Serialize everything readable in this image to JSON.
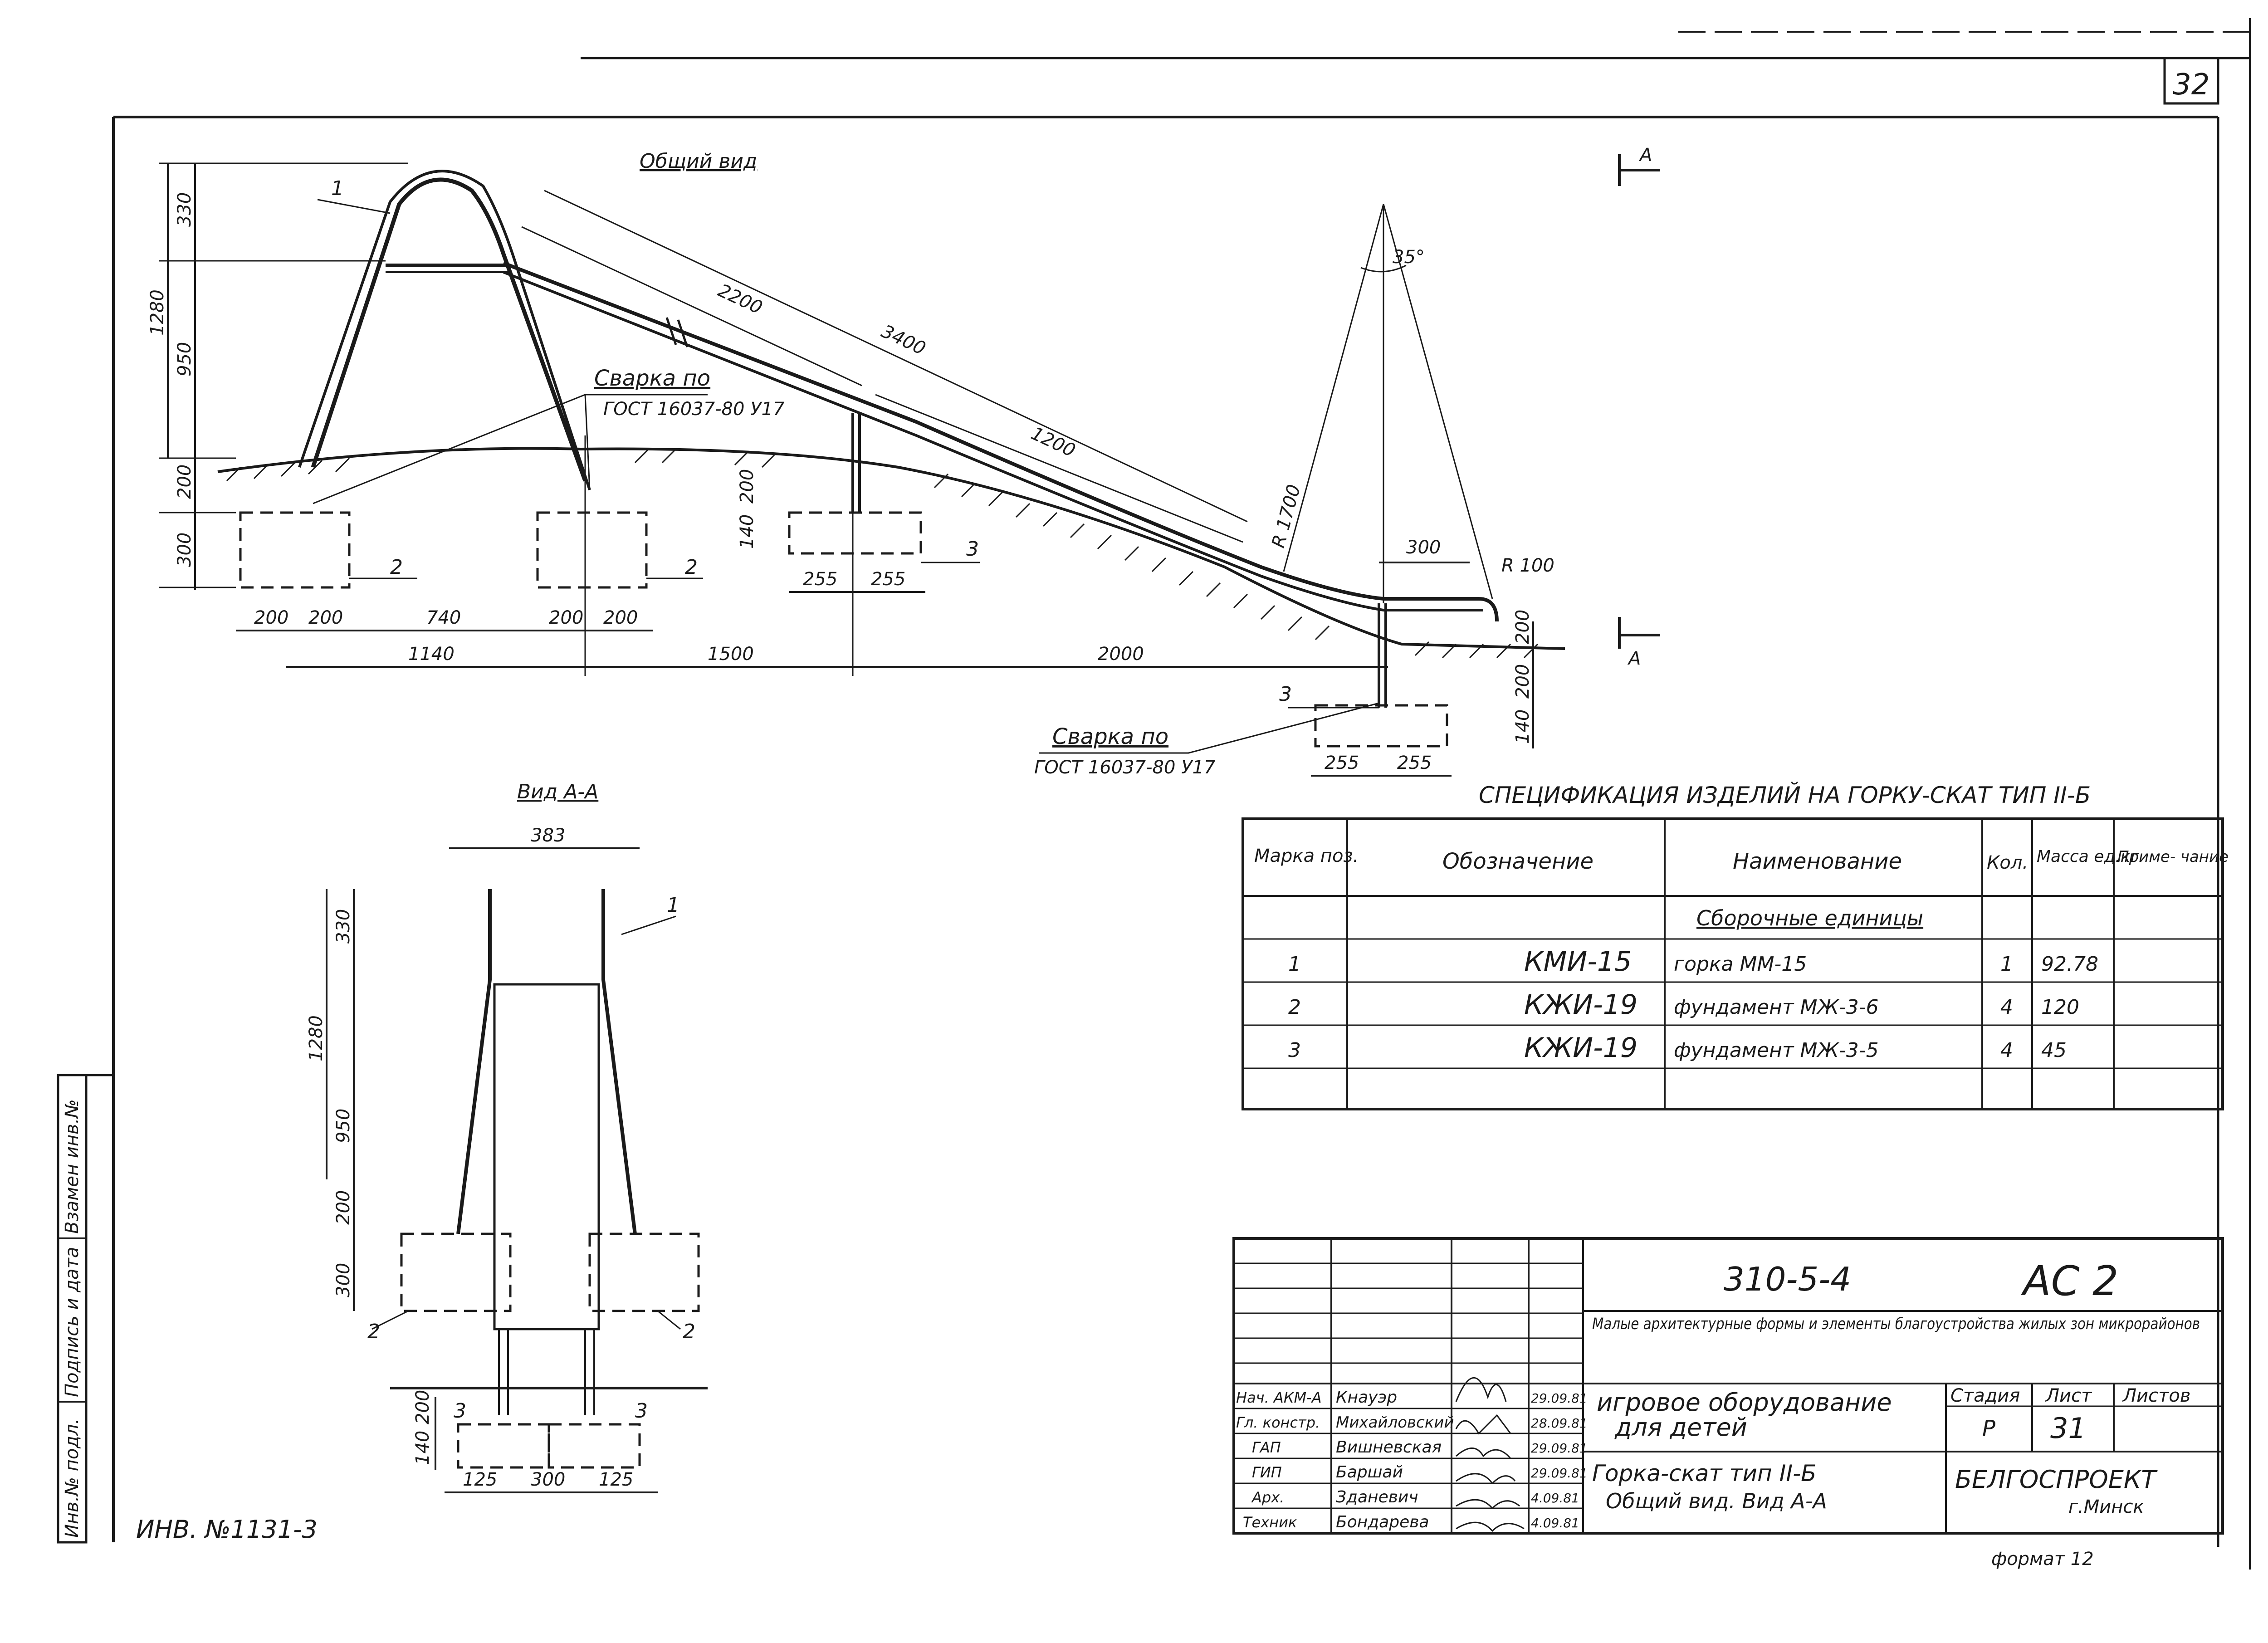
{
  "sheet": {
    "page_number": "32",
    "format_note": "формат 12",
    "inventory_no": "ИНВ. №1131-3"
  },
  "side_stamp": {
    "field_1": "Взамен инв.№",
    "field_2": "Подпись и дата",
    "field_3": "Инв.№ подл."
  },
  "general_view": {
    "title": "Общий вид",
    "section_mark": "А",
    "dims": {
      "h_330": "330",
      "h_950": "950",
      "h_1280": "1280",
      "h_200": "200",
      "h_300": "300",
      "h_140": "140",
      "h_200b": "200",
      "len_3400": "3400",
      "len_2200": "2200",
      "len_1200": "1200",
      "angle_35": "35°",
      "r_1700": "R 1700",
      "tip_300": "300",
      "r_100": "R 100",
      "h_200r": "200",
      "b_200a": "200",
      "b_200b": "200",
      "b_740": "740",
      "b_200c": "200",
      "b_200d": "200",
      "b_255a": "255",
      "b_255b": "255",
      "o_1140": "1140",
      "o_1500": "1500",
      "o_2000": "2000",
      "f_255a": "255",
      "f_255b": "255",
      "f_200": "200",
      "f_140": "140"
    },
    "welds": {
      "weld_1_line1": "Сварка по",
      "weld_1_line2": "ГОСТ 16037-80 У17",
      "weld_2_line1": "Сварка по",
      "weld_2_line2": "ГОСТ 16037-80 У17"
    },
    "callouts": {
      "c1": "1",
      "c2a": "2",
      "c2b": "2",
      "c3a": "3",
      "c3b": "3"
    }
  },
  "view_aa": {
    "title": "Вид А-А",
    "dims": {
      "w_383": "383",
      "h_330": "330",
      "h_950": "950",
      "h_1280": "1280",
      "h_200": "200",
      "h_300": "300",
      "h_200b": "200",
      "h_140": "140",
      "b_125a": "125",
      "b_300": "300",
      "b_125b": "125"
    },
    "callouts": {
      "c1": "1",
      "c2a": "2",
      "c2b": "2",
      "c3a": "3",
      "c3b": "3"
    }
  },
  "spec": {
    "title": "СПЕЦИФИКАЦИЯ ИЗДЕЛИЙ НА ГОРКУ-СКАТ ТИП II-Б",
    "headers": {
      "pos": "Марка поз.",
      "designation": "Обозначение",
      "name": "Наименование",
      "qty": "Кол.",
      "mass": "Масса ед.кг",
      "note": "Приме- чание"
    },
    "section": "Сборочные единицы",
    "rows": [
      {
        "pos": "1",
        "designation": "КМИ-15",
        "name": "горка   ММ-15",
        "qty": "1",
        "mass": "92.78"
      },
      {
        "pos": "2",
        "designation": "КЖИ-19",
        "name": "фундамент МЖ-3-6",
        "qty": "4",
        "mass": "120"
      },
      {
        "pos": "3",
        "designation": "КЖИ-19",
        "name": "фундамент МЖ-3-5",
        "qty": "4",
        "mass": "45"
      }
    ]
  },
  "title_block": {
    "code": "310-5-4",
    "sheet_mark": "АС 2",
    "project_title": "Малые архитектурные формы и элементы благоустройства жилых зон микрорайонов",
    "drawing_title_1": "игровое оборудование",
    "drawing_title_2": "для детей",
    "sheet_title_1": "Горка-скат тип II-Б",
    "sheet_title_2": "Общий вид. Вид А-А",
    "stage_label": "Стадия",
    "sheet_label": "Лист",
    "sheets_label": "Листов",
    "stage": "Р",
    "sheet_no": "31",
    "org_1": "БЕЛГОСПРОЕКТ",
    "org_2": "г.Минск",
    "staff": [
      {
        "role": "Нач. АКМ-А",
        "name": "Кнауэр",
        "date": "29.09.81"
      },
      {
        "role": "Гл. констр.",
        "name": "Михайловский",
        "date": "28.09.81"
      },
      {
        "role": "ГАП",
        "name": "Вишневская",
        "date": "29.09.81"
      },
      {
        "role": "ГИП",
        "name": "Баршай",
        "date": "29.09.81"
      },
      {
        "role": "Арх.",
        "name": "Зданевич",
        "date": "4.09.81"
      },
      {
        "role": "Техник",
        "name": "Бондарева",
        "date": "4.09.81"
      }
    ]
  }
}
